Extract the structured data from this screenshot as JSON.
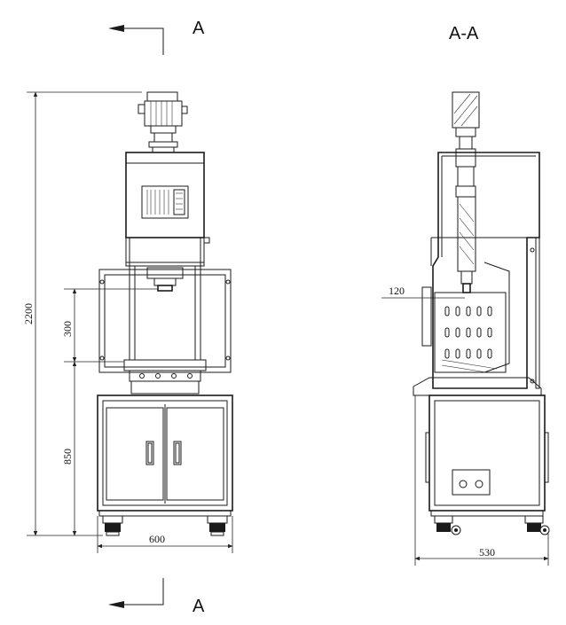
{
  "section": {
    "marker_top": "A",
    "marker_bottom": "A",
    "view_title": "A-A"
  },
  "front_view": {
    "dim_total_height": "2200",
    "dim_stroke": "300",
    "dim_table_height": "850",
    "dim_width": "600"
  },
  "side_view": {
    "dim_offset": "120",
    "dim_depth": "530"
  }
}
